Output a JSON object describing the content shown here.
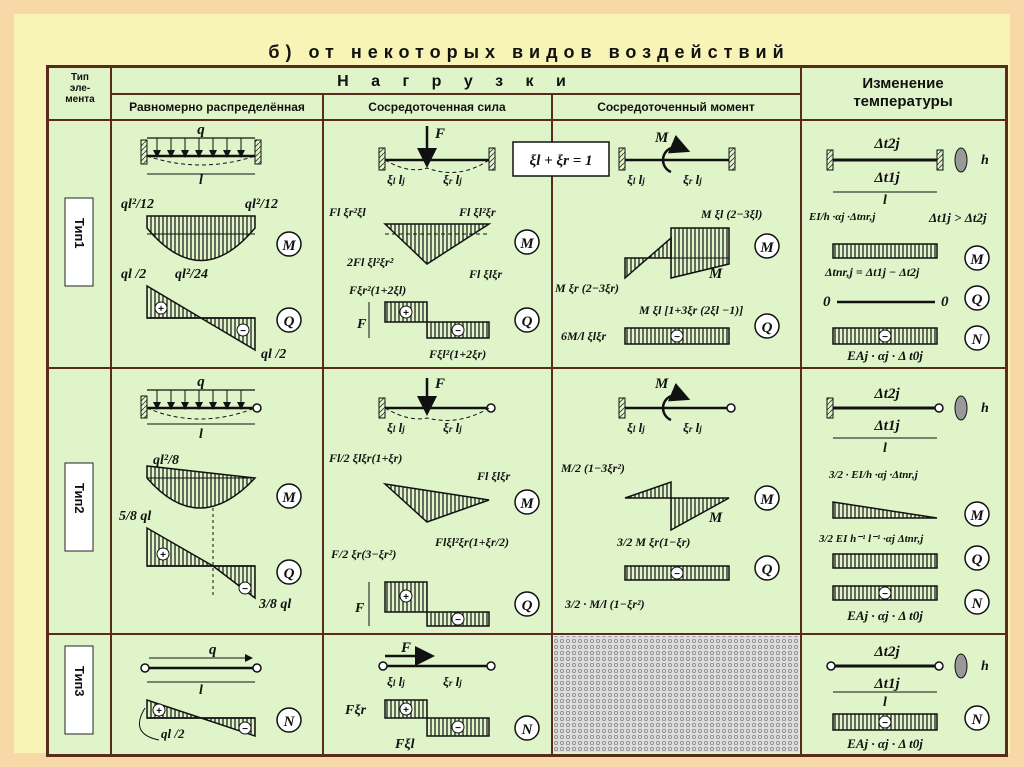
{
  "title": "б) от некоторых видов воздействий",
  "header": {
    "type_label": "Тип эле- мента",
    "loads_label": "Н а г р у з к и",
    "temperature_label": "Изменение температуры",
    "columns": [
      "Равномерно распределённая",
      "Сосредоточенная сила",
      "Сосредоточенный момент"
    ]
  },
  "rows": [
    {
      "type": "Тип1"
    },
    {
      "type": "Тип2"
    },
    {
      "type": "Тип3"
    }
  ],
  "formulas": {
    "q": "q",
    "lj": "l",
    "F": "F",
    "M": "M",
    "xi_sum": "ξl + ξr = 1",
    "r1_uniform": {
      "m_left": "ql²/12",
      "m_right": "ql²/12",
      "mid": "ql²/24",
      "q_left": "ql /2",
      "q_right": "ql /2"
    },
    "r1_force": {
      "top_left": "Fl ξr²ξl",
      "top_right": "Fl ξl²ξr",
      "mid": "2Fl ξl²ξr²",
      "bottom": "Fl ξlξr",
      "q_top": "Fξr²(1+2ξl)",
      "q_bottom": "Fξl²(1+2ξr)"
    },
    "r1_moment": {
      "top": "M ξl (2−3ξl)",
      "left": "M ξr (2−3ξr)",
      "bottom": "M ξl [1+3ξr (2ξl −1)]",
      "q": "6M/l ξlξr"
    },
    "r1_temp": {
      "t2": "Δt2j",
      "t1": "Δt1j",
      "h": "h",
      "ineq": "Δt1j > Δt2j",
      "ei": "EI/h ·αj ·Δtnr,j",
      "dt": "Δtnr,j = Δt1j − Δt2j",
      "zero_l": "0",
      "zero_r": "0",
      "ea": "EAj · αj · Δ t0j"
    },
    "r2_uniform": {
      "m": "ql²/8",
      "q_top": "5/8 ql",
      "q_bottom": "3/8 ql"
    },
    "r2_force": {
      "top": "Fl/2 ξlξr(1+ξr)",
      "right": "Fl ξlξr",
      "bottom": "Flξl²ξr(1+ξr/2)",
      "q": "F/2 ξr(3−ξr²)"
    },
    "r2_moment": {
      "top": "M/2 (1−3ξr²)",
      "mid": "3/2 M ξr(1−ξr)",
      "q": "3/2 · M/l (1−ξr²)"
    },
    "r2_temp": {
      "ei": "3/2 · EI/h ·αj ·Δtnr,j",
      "ei2": "3/2 EI h⁻¹ l⁻¹ ·αj Δtnr,j",
      "ea": "EAj · αj · Δ t0j"
    },
    "r3_uniform": {
      "n": "ql /2"
    },
    "r3_force": {
      "top": "Fξr",
      "bottom": "Fξl"
    },
    "r3_temp": {
      "ea": "EAj · αj · Δ t0j"
    },
    "labels": {
      "M": "M",
      "Q": "Q",
      "N": "N"
    }
  },
  "colors": {
    "background": "#f7f4b6",
    "border": "#5b2a1e",
    "cell": "#dff5c9",
    "hatch": "#111111"
  }
}
